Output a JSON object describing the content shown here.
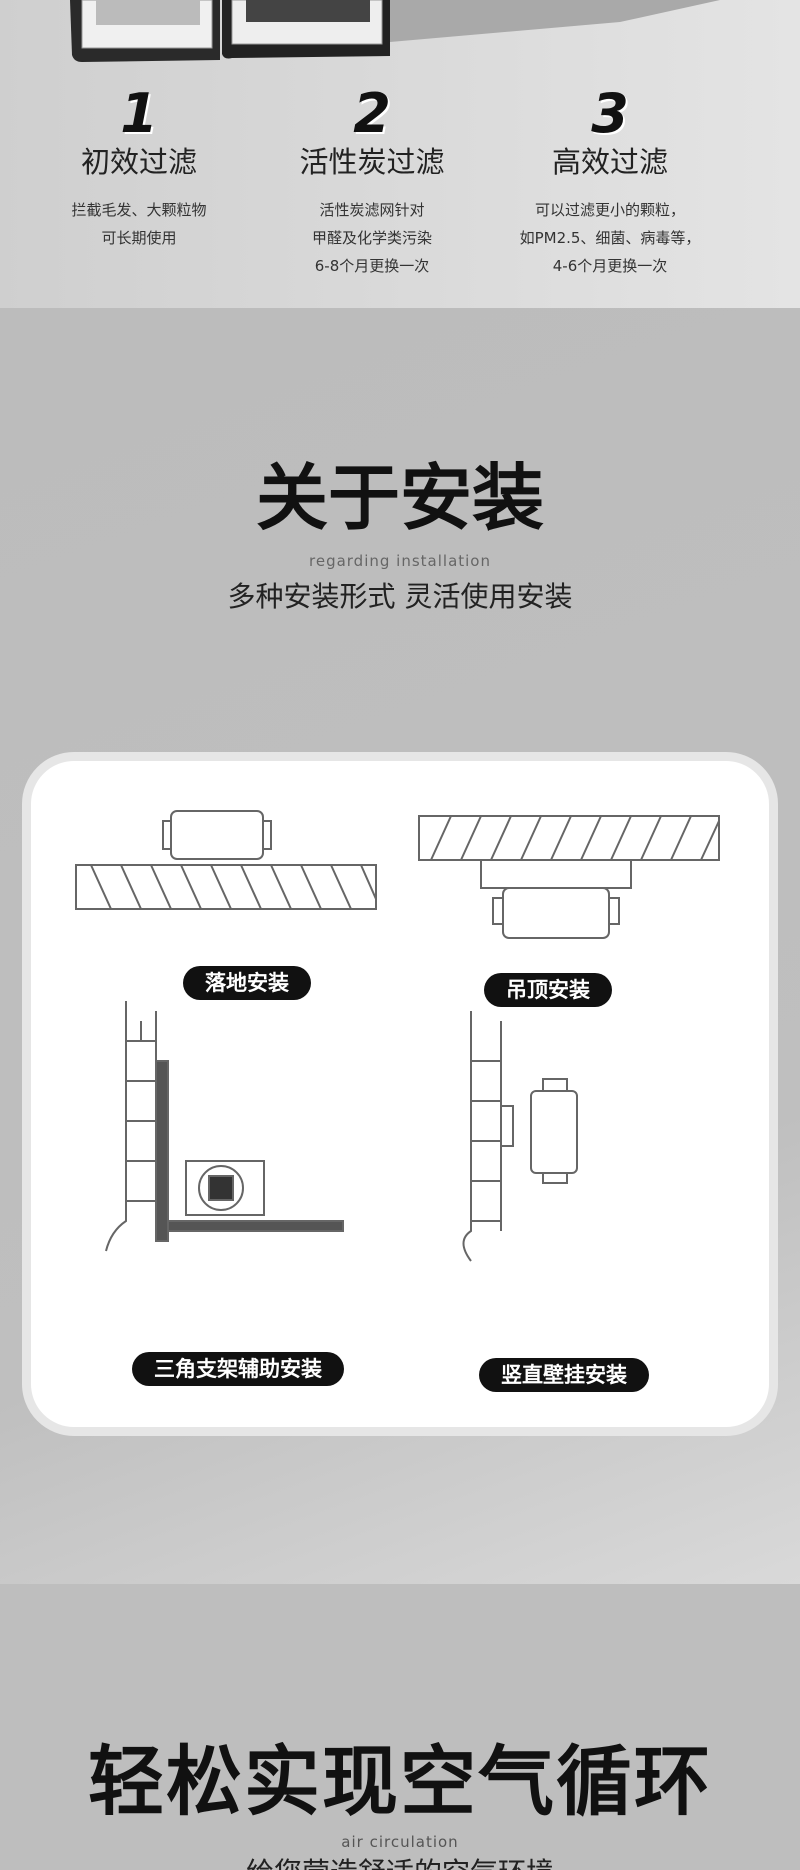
{
  "filters": [
    {
      "number": "1",
      "title": "初效过滤",
      "desc": [
        "拦截毛发、大颗粒物",
        "可长期使用"
      ]
    },
    {
      "number": "2",
      "title": "活性炭过滤",
      "desc": [
        "活性炭滤网针对",
        "甲醛及化学类污染",
        "6-8个月更换一次"
      ]
    },
    {
      "number": "3",
      "title": "高效过滤",
      "desc": [
        "可以过滤更小的颗粒，",
        "如PM2.5、细菌、病毒等，",
        "4-6个月更换一次"
      ]
    }
  ],
  "installation": {
    "title": "关于安装",
    "subtitle_en": "regarding installation",
    "subtitle": "多种安装形式 灵活使用安装",
    "methods": [
      "落地安装",
      "吊顶安装",
      "三角支架辅助安装",
      "竖直壁挂安装"
    ]
  },
  "circulation": {
    "title": "轻松实现空气循环",
    "subtitle_en": "air circulation",
    "subtitle": "给您营造舒适的空气环境"
  }
}
